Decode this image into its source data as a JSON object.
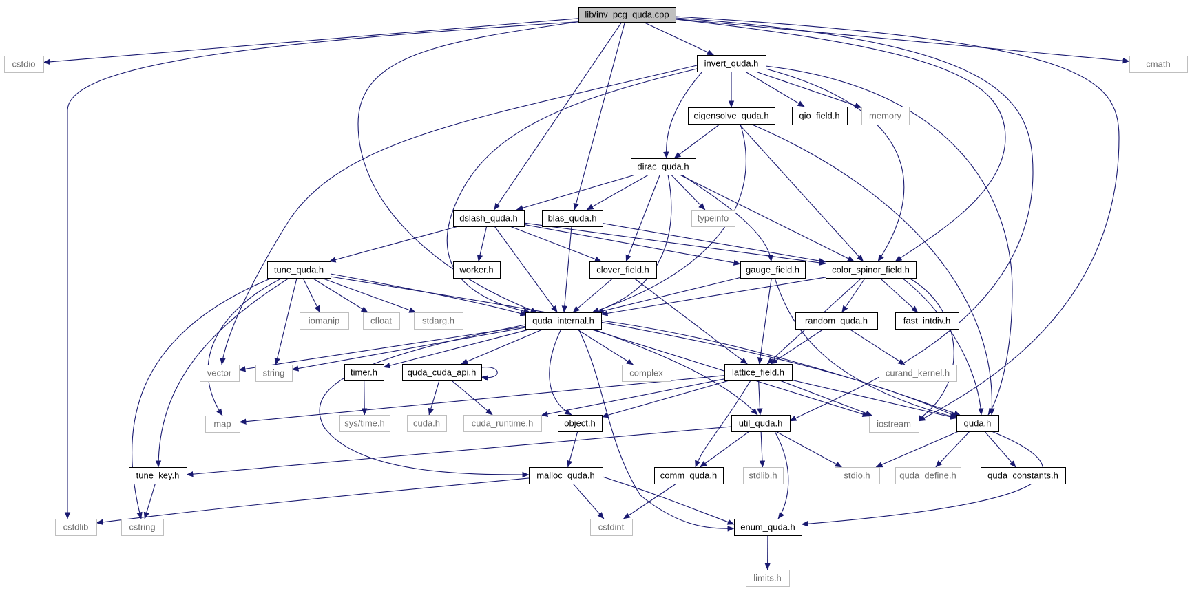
{
  "graph": {
    "title": "lib/inv_pcg_quda.cpp",
    "colors": {
      "edge": "#191970",
      "root_fill": "#bfbfbf",
      "project_border": "#000000",
      "system_border": "#bfbfbf",
      "project_text": "#000000",
      "system_text": "#6e6e6e",
      "background": "#ffffff"
    },
    "nodes": [
      {
        "id": "inv_pcg",
        "label": "lib/inv_pcg_quda.cpp",
        "kind": "root"
      },
      {
        "id": "cstdio",
        "label": "cstdio",
        "kind": "system"
      },
      {
        "id": "cmath",
        "label": "cmath",
        "kind": "system"
      },
      {
        "id": "invert_quda",
        "label": "invert_quda.h",
        "kind": "project"
      },
      {
        "id": "eigensolve_quda",
        "label": "eigensolve_quda.h",
        "kind": "project"
      },
      {
        "id": "qio_field",
        "label": "qio_field.h",
        "kind": "project"
      },
      {
        "id": "memory",
        "label": "memory",
        "kind": "system"
      },
      {
        "id": "dirac_quda",
        "label": "dirac_quda.h",
        "kind": "project"
      },
      {
        "id": "dslash_quda",
        "label": "dslash_quda.h",
        "kind": "project"
      },
      {
        "id": "blas_quda",
        "label": "blas_quda.h",
        "kind": "project"
      },
      {
        "id": "typeinfo",
        "label": "typeinfo",
        "kind": "system"
      },
      {
        "id": "tune_quda",
        "label": "tune_quda.h",
        "kind": "project"
      },
      {
        "id": "worker",
        "label": "worker.h",
        "kind": "project"
      },
      {
        "id": "clover_field",
        "label": "clover_field.h",
        "kind": "project"
      },
      {
        "id": "gauge_field",
        "label": "gauge_field.h",
        "kind": "project"
      },
      {
        "id": "color_spinor_field",
        "label": "color_spinor_field.h",
        "kind": "project"
      },
      {
        "id": "iomanip",
        "label": "iomanip",
        "kind": "system"
      },
      {
        "id": "cfloat",
        "label": "cfloat",
        "kind": "system"
      },
      {
        "id": "stdarg",
        "label": "stdarg.h",
        "kind": "system"
      },
      {
        "id": "quda_internal",
        "label": "quda_internal.h",
        "kind": "project"
      },
      {
        "id": "random_quda",
        "label": "random_quda.h",
        "kind": "project"
      },
      {
        "id": "fast_intdiv",
        "label": "fast_intdiv.h",
        "kind": "project"
      },
      {
        "id": "vector",
        "label": "vector",
        "kind": "system"
      },
      {
        "id": "string",
        "label": "string",
        "kind": "system"
      },
      {
        "id": "timer",
        "label": "timer.h",
        "kind": "project"
      },
      {
        "id": "quda_cuda_api",
        "label": "quda_cuda_api.h",
        "kind": "project"
      },
      {
        "id": "complex",
        "label": "complex",
        "kind": "system"
      },
      {
        "id": "lattice_field",
        "label": "lattice_field.h",
        "kind": "project"
      },
      {
        "id": "curand_kernel",
        "label": "curand_kernel.h",
        "kind": "system"
      },
      {
        "id": "map",
        "label": "map",
        "kind": "system"
      },
      {
        "id": "sys_time",
        "label": "sys/time.h",
        "kind": "system"
      },
      {
        "id": "cuda",
        "label": "cuda.h",
        "kind": "system"
      },
      {
        "id": "cuda_runtime",
        "label": "cuda_runtime.h",
        "kind": "system"
      },
      {
        "id": "object",
        "label": "object.h",
        "kind": "project"
      },
      {
        "id": "util_quda",
        "label": "util_quda.h",
        "kind": "project"
      },
      {
        "id": "iostream",
        "label": "iostream",
        "kind": "system"
      },
      {
        "id": "quda",
        "label": "quda.h",
        "kind": "project"
      },
      {
        "id": "tune_key",
        "label": "tune_key.h",
        "kind": "project"
      },
      {
        "id": "malloc_quda",
        "label": "malloc_quda.h",
        "kind": "project"
      },
      {
        "id": "comm_quda",
        "label": "comm_quda.h",
        "kind": "project"
      },
      {
        "id": "stdlib",
        "label": "stdlib.h",
        "kind": "system"
      },
      {
        "id": "stdio",
        "label": "stdio.h",
        "kind": "system"
      },
      {
        "id": "quda_define",
        "label": "quda_define.h",
        "kind": "system"
      },
      {
        "id": "quda_constants",
        "label": "quda_constants.h",
        "kind": "project"
      },
      {
        "id": "cstdlib",
        "label": "cstdlib",
        "kind": "system"
      },
      {
        "id": "cstring",
        "label": "cstring",
        "kind": "system"
      },
      {
        "id": "cstdint",
        "label": "cstdint",
        "kind": "system"
      },
      {
        "id": "enum_quda",
        "label": "enum_quda.h",
        "kind": "project"
      },
      {
        "id": "limits",
        "label": "limits.h",
        "kind": "system"
      }
    ],
    "edges": [
      [
        "inv_pcg",
        "cstdio"
      ],
      [
        "inv_pcg",
        "cmath"
      ],
      [
        "inv_pcg",
        "invert_quda"
      ],
      [
        "inv_pcg",
        "dslash_quda"
      ],
      [
        "inv_pcg",
        "blas_quda"
      ],
      [
        "inv_pcg",
        "color_spinor_field"
      ],
      [
        "inv_pcg",
        "quda_internal"
      ],
      [
        "inv_pcg",
        "cstdlib"
      ],
      [
        "inv_pcg",
        "util_quda"
      ],
      [
        "inv_pcg",
        "iostream"
      ],
      [
        "invert_quda",
        "eigensolve_quda"
      ],
      [
        "invert_quda",
        "qio_field"
      ],
      [
        "invert_quda",
        "memory"
      ],
      [
        "invert_quda",
        "dirac_quda"
      ],
      [
        "invert_quda",
        "color_spinor_field"
      ],
      [
        "invert_quda",
        "quda"
      ],
      [
        "invert_quda",
        "quda_internal"
      ],
      [
        "invert_quda",
        "vector"
      ],
      [
        "eigensolve_quda",
        "dirac_quda"
      ],
      [
        "eigensolve_quda",
        "color_spinor_field"
      ],
      [
        "eigensolve_quda",
        "quda_internal"
      ],
      [
        "eigensolve_quda",
        "quda"
      ],
      [
        "dirac_quda",
        "dslash_quda"
      ],
      [
        "dirac_quda",
        "blas_quda"
      ],
      [
        "dirac_quda",
        "typeinfo"
      ],
      [
        "dirac_quda",
        "clover_field"
      ],
      [
        "dirac_quda",
        "gauge_field"
      ],
      [
        "dirac_quda",
        "color_spinor_field"
      ],
      [
        "dirac_quda",
        "quda_internal"
      ],
      [
        "dslash_quda",
        "tune_quda"
      ],
      [
        "dslash_quda",
        "worker"
      ],
      [
        "dslash_quda",
        "clover_field"
      ],
      [
        "dslash_quda",
        "gauge_field"
      ],
      [
        "dslash_quda",
        "color_spinor_field"
      ],
      [
        "dslash_quda",
        "quda_internal"
      ],
      [
        "blas_quda",
        "quda_internal"
      ],
      [
        "blas_quda",
        "color_spinor_field"
      ],
      [
        "tune_quda",
        "iomanip"
      ],
      [
        "tune_quda",
        "cfloat"
      ],
      [
        "tune_quda",
        "stdarg"
      ],
      [
        "tune_quda",
        "string"
      ],
      [
        "tune_quda",
        "map"
      ],
      [
        "tune_quda",
        "tune_key"
      ],
      [
        "tune_quda",
        "cstring"
      ],
      [
        "tune_quda",
        "quda_internal"
      ],
      [
        "tune_quda",
        "quda"
      ],
      [
        "clover_field",
        "quda_internal"
      ],
      [
        "clover_field",
        "lattice_field"
      ],
      [
        "gauge_field",
        "quda_internal"
      ],
      [
        "gauge_field",
        "lattice_field"
      ],
      [
        "gauge_field",
        "quda"
      ],
      [
        "color_spinor_field",
        "quda_internal"
      ],
      [
        "color_spinor_field",
        "random_quda"
      ],
      [
        "color_spinor_field",
        "fast_intdiv"
      ],
      [
        "color_spinor_field",
        "lattice_field"
      ],
      [
        "color_spinor_field",
        "quda"
      ],
      [
        "color_spinor_field",
        "iostream"
      ],
      [
        "random_quda",
        "lattice_field"
      ],
      [
        "random_quda",
        "curand_kernel"
      ],
      [
        "quda_internal",
        "vector"
      ],
      [
        "quda_internal",
        "string"
      ],
      [
        "quda_internal",
        "timer"
      ],
      [
        "quda_internal",
        "quda_cuda_api"
      ],
      [
        "quda_internal",
        "complex"
      ],
      [
        "quda_internal",
        "object"
      ],
      [
        "quda_internal",
        "util_quda"
      ],
      [
        "quda_internal",
        "quda"
      ],
      [
        "quda_internal",
        "malloc_quda"
      ],
      [
        "quda_internal",
        "enum_quda"
      ],
      [
        "quda_internal",
        "iostream"
      ],
      [
        "timer",
        "sys_time"
      ],
      [
        "quda_cuda_api",
        "cuda"
      ],
      [
        "quda_cuda_api",
        "cuda_runtime"
      ],
      [
        "quda_cuda_api",
        "quda_cuda_api"
      ],
      [
        "lattice_field",
        "map"
      ],
      [
        "lattice_field",
        "cuda_runtime"
      ],
      [
        "lattice_field",
        "object"
      ],
      [
        "lattice_field",
        "util_quda"
      ],
      [
        "lattice_field",
        "iostream"
      ],
      [
        "lattice_field",
        "quda"
      ],
      [
        "lattice_field",
        "comm_quda"
      ],
      [
        "object",
        "malloc_quda"
      ],
      [
        "util_quda",
        "tune_key"
      ],
      [
        "util_quda",
        "comm_quda"
      ],
      [
        "util_quda",
        "stdlib"
      ],
      [
        "util_quda",
        "stdio"
      ],
      [
        "util_quda",
        "enum_quda"
      ],
      [
        "quda",
        "stdio"
      ],
      [
        "quda",
        "quda_define"
      ],
      [
        "quda",
        "quda_constants"
      ],
      [
        "quda",
        "enum_quda"
      ],
      [
        "tune_key",
        "cstring"
      ],
      [
        "malloc_quda",
        "cstdlib"
      ],
      [
        "malloc_quda",
        "cstdint"
      ],
      [
        "malloc_quda",
        "enum_quda"
      ],
      [
        "comm_quda",
        "cstdint"
      ],
      [
        "enum_quda",
        "limits"
      ]
    ]
  }
}
